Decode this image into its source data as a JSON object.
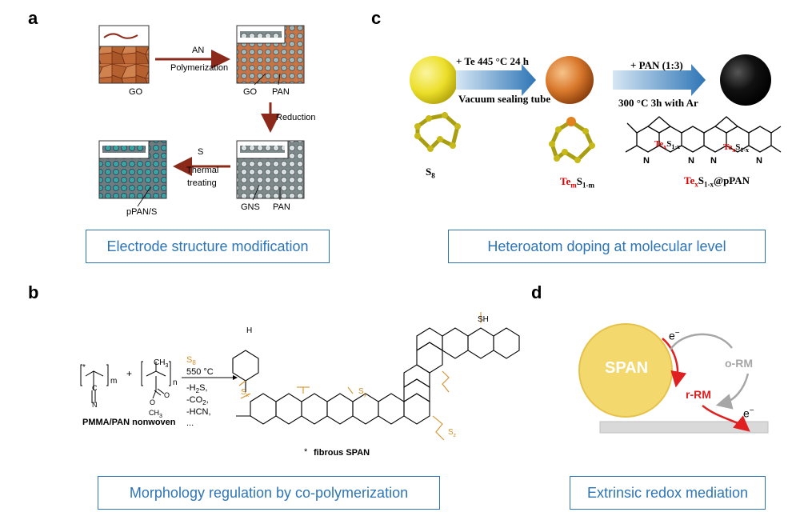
{
  "panels": {
    "a": {
      "letter": "a",
      "labels": {
        "go": "GO",
        "an_line1": "AN",
        "an_line2": "Polymerization",
        "go2": "GO",
        "pan": "PAN",
        "reduction": "Reduction",
        "s": "S",
        "thermal1": "Thermal",
        "thermal2": "treating",
        "gns": "GNS",
        "pan2": "PAN",
        "ppan_s": "pPAN/S"
      },
      "caption": "Electrode structure modification"
    },
    "b": {
      "letter": "b",
      "labels": {
        "m": "m",
        "n": "n",
        "c": "C",
        "nitrile_n": "N",
        "ch3": "CH",
        "ch3_sub": "3",
        "o": "O",
        "och3": "O",
        "ch3_b": "CH",
        "ch3_b_sub": "3",
        "plus": "+",
        "star": "*",
        "s8": "S",
        "s8_sub": "8",
        "temp": "550 °C",
        "h2s": "-H",
        "h2s_sub": "2",
        "h2s_tail": "S,",
        "co2": "-CO",
        "co2_sub": "2",
        "co2_tail": ",",
        "hcn": "-HCN,",
        "dots": "...",
        "nonwoven": "PMMA/PAN nonwoven",
        "fibrous": "fibrous SPAN",
        "nh": "H",
        "sh": "SH",
        "sx": "S",
        "sx_sub": "x",
        "sy": "S",
        "sy_sub": "y",
        "sz": "S",
        "sz_sub": "z"
      },
      "caption": "Morphology regulation by co-polymerization"
    },
    "c": {
      "letter": "c",
      "labels": {
        "step1_top": "+ Te  445 °C 24 h",
        "step1_bottom": "Vacuum sealing tube",
        "step2_top": "+ PAN (1:3)",
        "step2_bottom": "300 °C 3h with Ar",
        "s8": "S",
        "s8_sub": "8",
        "tem": "Te",
        "tem_sub": "m",
        "s1m": "S",
        "s1m_sub": "1-m",
        "tex": "Te",
        "tex_sub": "x",
        "s1x": "S",
        "s1x_sub": "1-x",
        "ppan": "@pPAN",
        "n": "N"
      },
      "colors": {
        "sulfur": "#ecdf2a",
        "te_ball": "#d9782c",
        "black_ball": "#111111",
        "arrow": "#2e75b6",
        "te_text": "#e00000"
      },
      "caption": "Heteroatom doping at molecular level"
    },
    "d": {
      "letter": "d",
      "labels": {
        "span": "SPAN",
        "e_top": "e",
        "e_top_sup": "−",
        "o_rm": "o-RM",
        "r_rm": "r-RM",
        "e_bottom": "e",
        "e_bottom_sup": "−"
      },
      "colors": {
        "span_fill": "#f3d86d",
        "span_stroke": "#e6c24b",
        "red_arrow": "#e02020",
        "grey_arrow": "#a6a6a6",
        "electrode": "#d9d9d9"
      },
      "caption": "Extrinsic redox mediation"
    }
  },
  "colors": {
    "caption_border": "#2e75b6",
    "caption_text": "#2e75b6",
    "sulfur_orange": "#d4912a",
    "schematic_brown": "#8b2a1a"
  }
}
